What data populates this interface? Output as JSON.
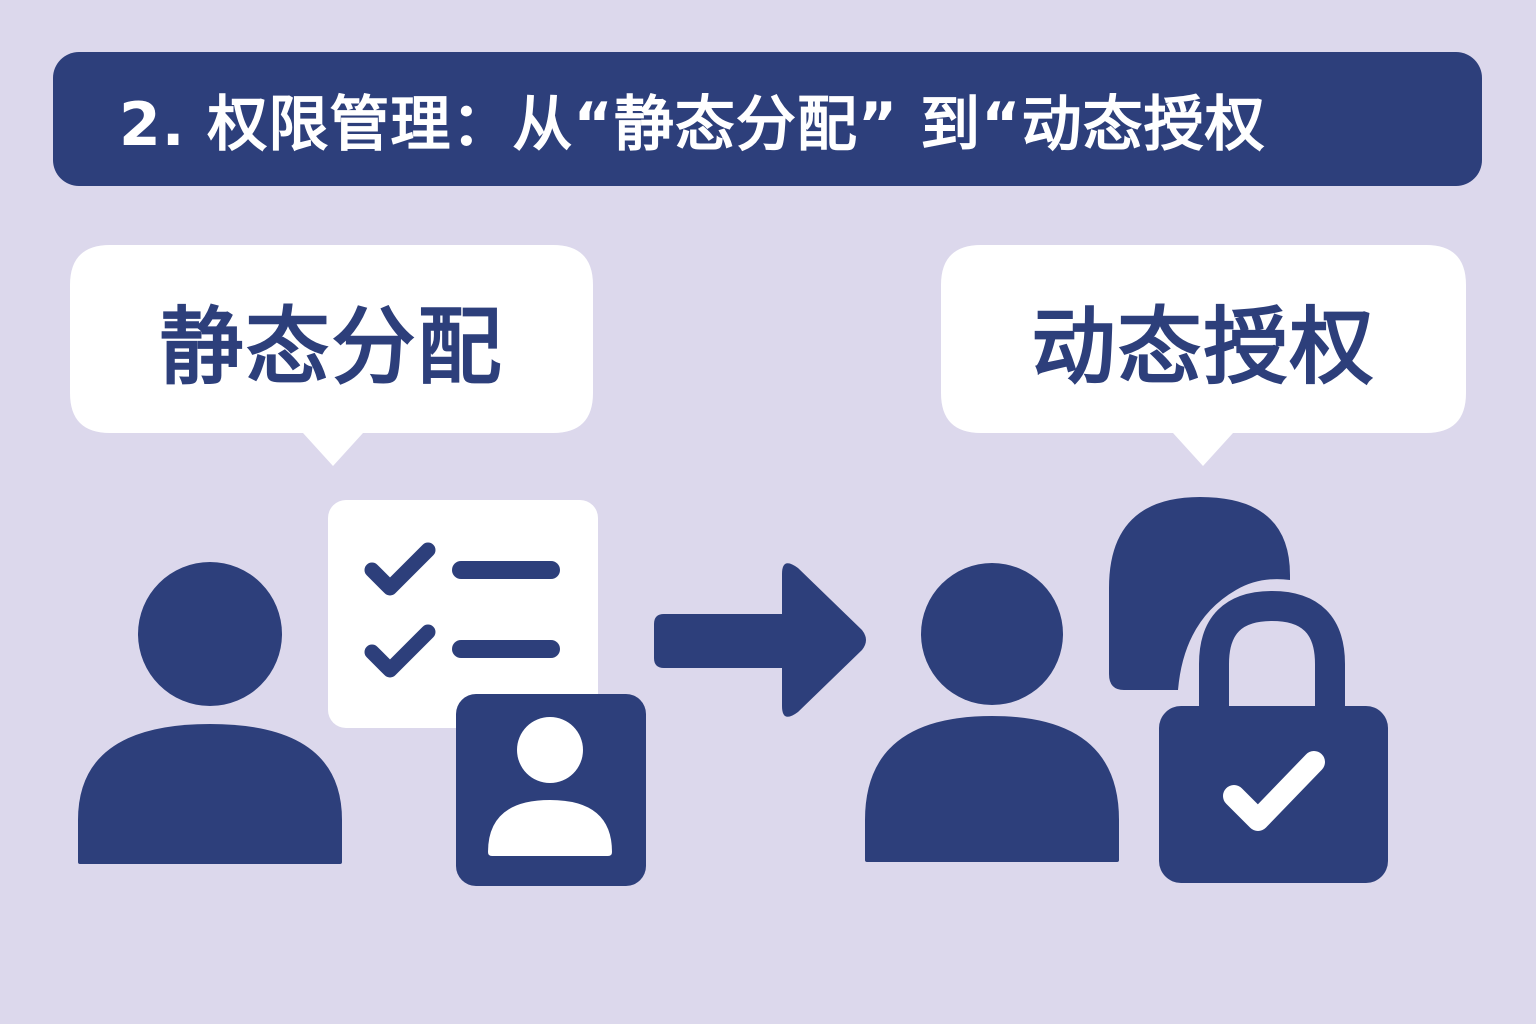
{
  "colors": {
    "background": "#dcd8ec",
    "navy": "#2d3f7b",
    "white": "#ffffff"
  },
  "title": "2. 权限管理：从“静态分配” 到“动态授权",
  "left_panel": {
    "bubble_label": "静态分配",
    "icons": [
      "user-icon",
      "checklist-icon",
      "user-badge-icon"
    ]
  },
  "transition": {
    "icon": "arrow-right-icon"
  },
  "right_panel": {
    "bubble_label": "动态授权",
    "icons": [
      "user-icon",
      "shield-icon",
      "padlock-check-icon"
    ]
  }
}
